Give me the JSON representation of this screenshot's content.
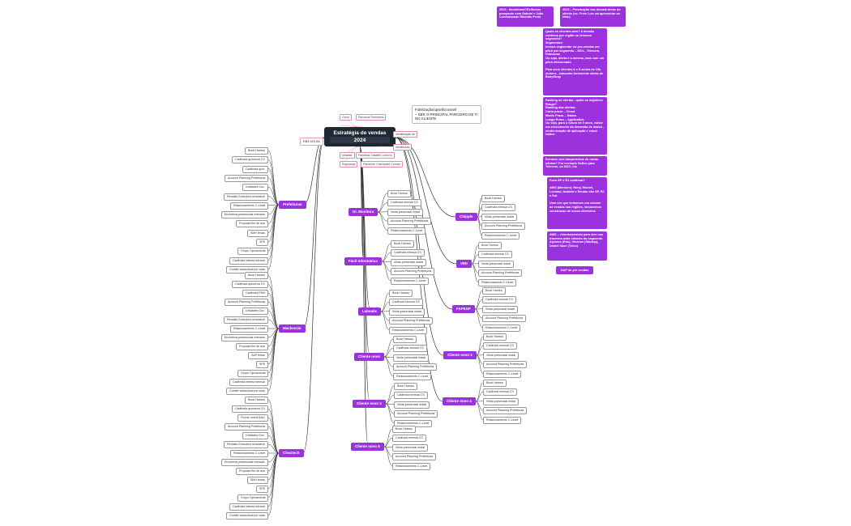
{
  "center": {
    "title_line1": "Estratégia de vendas",
    "title_line2": "2024"
  },
  "central_value": "R$3.520.86",
  "note": "Fidelização/upsell/crossell\n– SER O PRINCIPAL PARCEIRO DE TI NO CLIENTE",
  "top_branches": [
    {
      "label": "Cloud",
      "child": "Parceiros Prioritários"
    },
    {
      "label": "",
      "child": ""
    },
    {
      "label": "",
      "child": "Identificação de"
    },
    {
      "label": "",
      "child": "Identificado"
    },
    {
      "label": "Infraestr.",
      "child": "Parceiros: Dataflex, Lenovo"
    },
    {
      "label": "Segurança",
      "child": "Parceiros: Checkpoint, Lenovo"
    }
  ],
  "left_hubs": [
    {
      "name": "Prefeituras",
      "items": [
        "Book Hamsa",
        "Cadência quinzena CS",
        "Cadência quin.",
        "Account Planning Prefeituras",
        "Unidades Gov.",
        "Reunião Executiva semestral",
        "Relacionamento C-Level",
        "Encontros presenciais mensais",
        "Proposta fim de ano",
        "SMH feiras",
        "SPE",
        "Grupo Operacional",
        "Cadência interna mensal",
        "Comitê situacional por case"
      ]
    },
    {
      "name": "Mackenzie",
      "items": [
        "Book Hamsa",
        "Cadência quinzena CS",
        "Cadência PMO",
        "Account Planning Prefeituras",
        "Unidades Gov.",
        "Reunião Executiva semestral",
        "Relacionamento C-Level",
        "Encontros presenciais mensais",
        "Proposta fim de ano",
        "S&P feiras",
        "SPE",
        "Grupo Operacional",
        "Cadência interna mensal",
        "Comitê situacional por case"
      ]
    },
    {
      "name": "Cleartech",
      "items": [
        "Book Hamsa",
        "Cadência quinzena CS",
        "Fluxos novos BAU",
        "Account Planning Prefeituras",
        "Unidades Gov.",
        "Reunião Executiva semestral",
        "Relacionamento C-Level",
        "Encontros presenciais mensais",
        "Proposta fim de ano",
        "SMH feiras",
        "SPE",
        "Grupo Operacional",
        "Cadência interna mensal",
        "Comitê situacional por case"
      ]
    }
  ],
  "middle_hubs": [
    {
      "name": "Dr. Monitora",
      "items": [
        "Book Hamsa",
        "Cadência mensal CS",
        "Visita presencial inicial",
        "Account Planning Prefeituras",
        "Relacionamento C-Level"
      ]
    },
    {
      "name": "Fácil Informática",
      "items": [
        "Book Hamsa",
        "Cadência mensal CS",
        "Visita presencial inicial",
        "Account Planning Prefeituras",
        "Relacionamento C-Level"
      ]
    },
    {
      "name": "Lalmatic",
      "items": [
        "Book Hamsa",
        "Cadência mensal CS",
        "Visita presencial inicial",
        "Account Planning Prefeituras",
        "Relacionamento C-Level"
      ]
    },
    {
      "name": "Cliente novo",
      "items": [
        "Book Hamsa",
        "Cadência mensal CS",
        "Visita presencial inicial",
        "Account Planning Prefeituras",
        "Relacionamento C-Level"
      ]
    },
    {
      "name": "Cliente novo 3",
      "items": [
        "Book Hamsa",
        "Cadência mensal CS",
        "Visita presencial inicial",
        "Account Planning Prefeituras",
        "Relacionamento C-Level"
      ]
    },
    {
      "name": "Cliente novo 5",
      "items": [
        "Book Hamsa",
        "Cadência mensal CS",
        "Visita presencial inicial",
        "Account Planning Prefeituras",
        "Relacionamento C-Level"
      ]
    }
  ],
  "right_hubs": [
    {
      "name": "Chipple",
      "items": [
        "Book Hamsa",
        "Cadência mensal CS",
        "Visita presencial inicial",
        "Account Planning Prefeituras",
        "Relacionamento C-Level"
      ]
    },
    {
      "name": "VIDI",
      "items": [
        "Book Hamsa",
        "Cadência mensal CS",
        "Visita presencial inicial",
        "Account Planning Prefeituras",
        "Relacionamento C-Level"
      ]
    },
    {
      "name": "FAPESP",
      "items": [
        "Book Hamsa",
        "Cadência mensal CS",
        "Visita presencial inicial",
        "Account Planning Prefeituras",
        "Relacionamento C-Level"
      ]
    },
    {
      "name": "Cliente novo 2",
      "items": [
        "Book Hamsa",
        "Cadência mensal CS",
        "Visita presencial inicial",
        "Account Planning Prefeituras",
        "Relacionamento C-Level"
      ]
    },
    {
      "name": "Cliente novo 4",
      "items": [
        "Book Hamsa",
        "Cadência mensal CS",
        "Visita presencial inicial",
        "Account Planning Prefeituras",
        "Relacionamento C-Level"
      ]
    }
  ],
  "callouts": [
    "2023 - Iniciativas/CEs/Novos prospects com Gabriel e João Continuidade Ribeirão Preto",
    "2023 – Penetração nas demais áreas do cliente (ex. Frete Luiz vai apresentar ao Neto)",
    "Quais os clientes-alvo? A divisão continua por região ou teremos segmento?\nSegmentos:\nIremos segmentar no pro-vendas um pitch por segmento – ISVs , Telecom, Educacao\nOu seja, oferta é a mesma, mas com um pitch direcionado\n\nPara seus clientes A e S acima de 10k dolares , colocaria fortemente oferta de BodyShop",
    "Ranking de ofertas - quais os objetivos Rouge?\nRanking das ofertas:\nCurto prazo – Cloud\nMedio Prazo – Dados\nLongo Prazo – Application\nOu seja, para o futuro de 5 anos, existe um crescimento da demanda de dados , modernização de aplicação e cloud Native.",
    "Eventos com lançamentos de novas ofertas? Por exemplo Nuflex para Telecom, ou NOC, etc",
    "Foco SP e RJ continua?\n\nAWS (Mentore): Rony, Rachel, Luciana, Isabella e Renato são SP, RJ e Sul.\n\nUma vez que tenhamos um volume de vendas nas regiões, iniciaremos construcao de novos diretórios",
    "AWS – relacionamento para eles nos trazerem mais clientes do segmento\nAlysson (Edu), Vinícius (Startup), Daniel Saon (Telco)",
    "GAP de pré vendas"
  ],
  "colors": {
    "hub": "#9b32dd",
    "center": "#1f2733",
    "link": "#333333",
    "pink": "#e88ab0"
  }
}
